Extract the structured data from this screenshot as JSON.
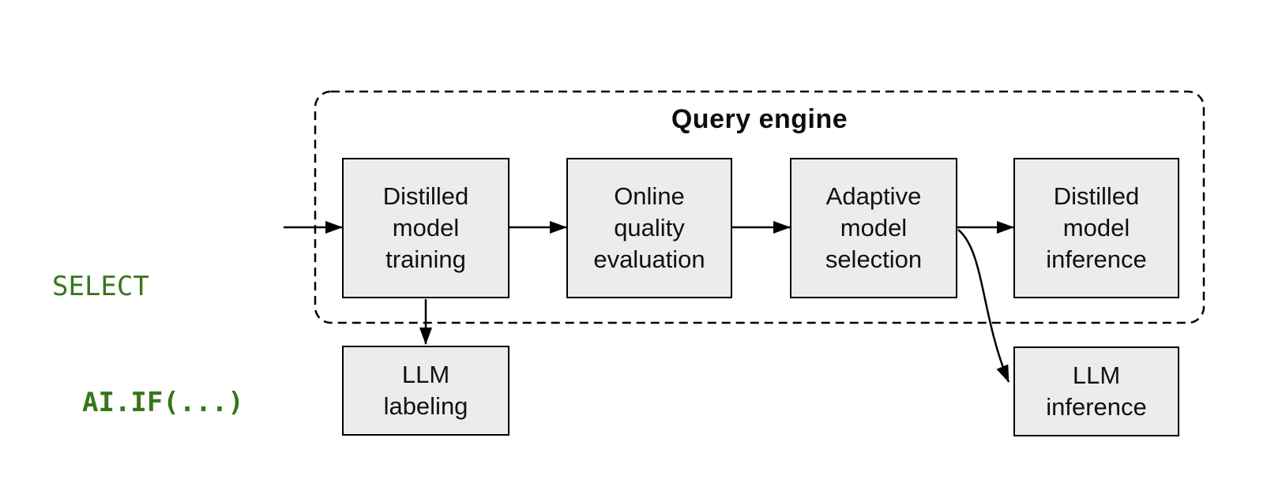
{
  "query_text": {
    "line1": "SELECT",
    "line2": "AI.IF(...)"
  },
  "engine": {
    "title": "Query engine",
    "stages": [
      {
        "id": "distilled-model-training",
        "label": "Distilled\nmodel\ntraining"
      },
      {
        "id": "online-quality-evaluation",
        "label": "Online\nquality\nevaluation"
      },
      {
        "id": "adaptive-model-selection",
        "label": "Adaptive\nmodel\nselection"
      },
      {
        "id": "distilled-model-inference",
        "label": "Distilled\nmodel\ninference"
      }
    ]
  },
  "external_nodes": [
    {
      "id": "llm-labeling",
      "label": "LLM\nlabeling"
    },
    {
      "id": "llm-inference",
      "label": "LLM\ninference"
    }
  ],
  "edges": [
    {
      "from": "query-text",
      "to": "distilled-model-training"
    },
    {
      "from": "distilled-model-training",
      "to": "online-quality-evaluation"
    },
    {
      "from": "online-quality-evaluation",
      "to": "adaptive-model-selection"
    },
    {
      "from": "adaptive-model-selection",
      "to": "distilled-model-inference"
    },
    {
      "from": "distilled-model-training",
      "to": "llm-labeling"
    },
    {
      "from": "adaptive-model-selection",
      "to": "llm-inference"
    }
  ],
  "colors": {
    "code_text": "#38761d",
    "node_fill": "#ececec",
    "node_border": "#000000",
    "connector": "#000000",
    "title_text": "#0d0d0d"
  }
}
